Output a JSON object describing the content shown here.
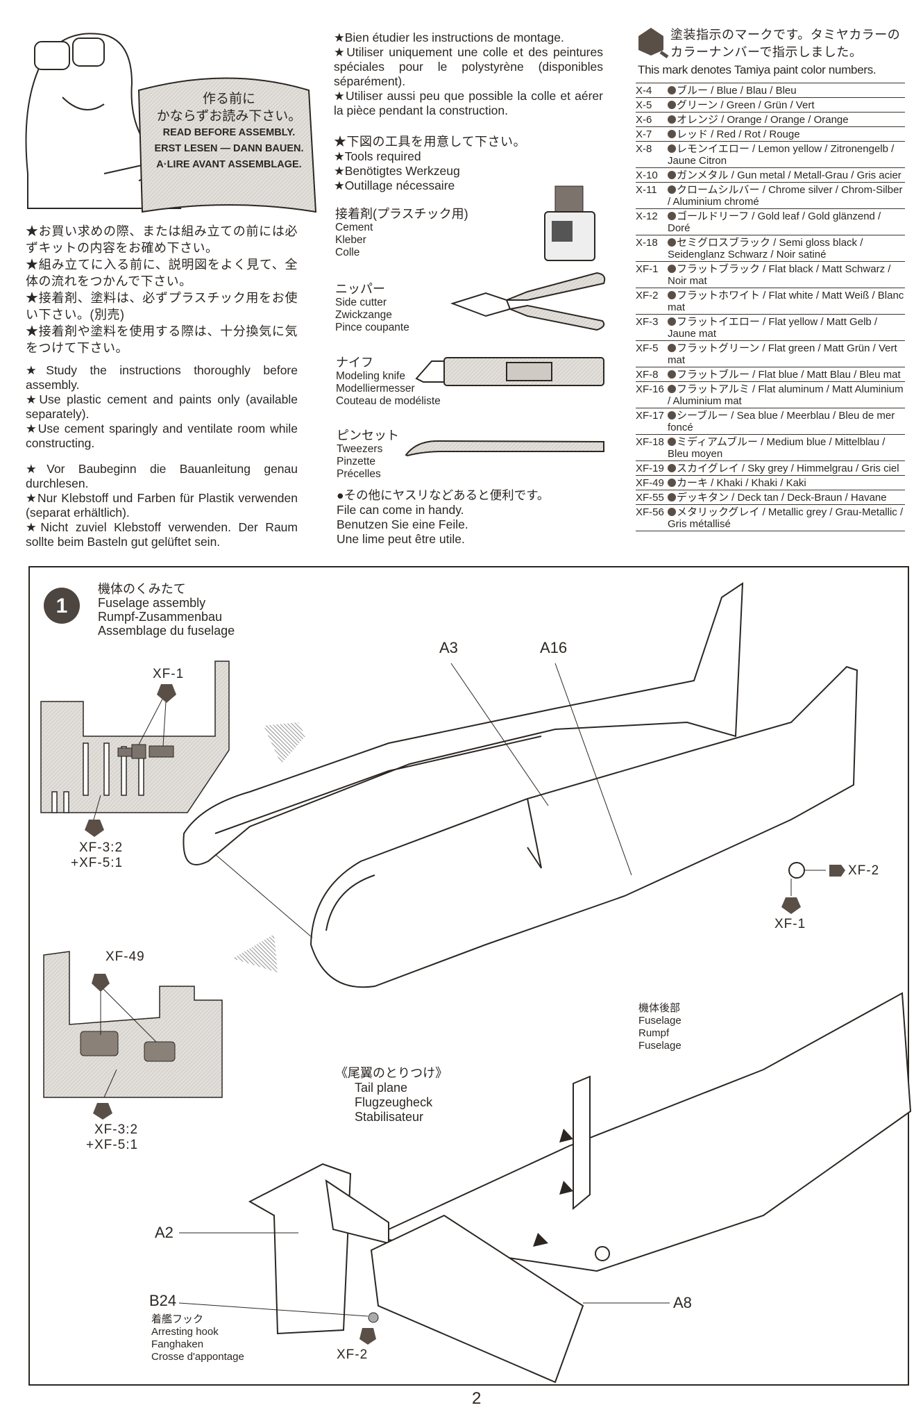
{
  "banner": {
    "jp_line1": "作る前に",
    "jp_line2": "かならずお読み下さい。",
    "en": "READ BEFORE ASSEMBLY.",
    "de": "ERST LESEN — DANN BAUEN.",
    "fr": "A·LIRE AVANT ASSEMBLAGE."
  },
  "notes_jp": [
    "★お買い求めの際、または組み立ての前には必ずキットの内容をお確め下さい。",
    "★組み立てに入る前に、説明図をよく見て、全体の流れをつかんで下さい。",
    "★接着剤、塗料は、必ずプラスチック用をお使い下さい。(別売)",
    "★接着剤や塗料を使用する際は、十分換気に気をつけて下さい。"
  ],
  "notes_en": [
    "★Study the instructions thoroughly before assembly.",
    "★Use plastic cement and paints only (available separately).",
    "★Use cement sparingly and ventilate room while constructing."
  ],
  "notes_de": [
    "★Vor Baubeginn die Bauanleitung genau durchlesen.",
    "★Nur Klebstoff und Farben für Plastik verwenden (separat erhältlich).",
    "★Nicht zuviel Klebstoff verwenden. Der Raum sollte beim Basteln gut gelüftet sein."
  ],
  "notes_fr": [
    "★Bien étudier les instructions de montage.",
    "★Utiliser uniquement une colle et des peintures spéciales pour le polystyrène (disponibles séparément).",
    "★Utiliser aussi peu que possible la colle et aérer la pièce pendant la construction."
  ],
  "tools_header": [
    "★下図の工具を用意して下さい。",
    "★Tools required",
    "★Benötigtes Werkzeug",
    "★Outillage nécessaire"
  ],
  "tools": [
    {
      "jp": "接着剤(プラスチック用)",
      "en": "Cement",
      "de": "Kleber",
      "fr": "Colle"
    },
    {
      "jp": "ニッパー",
      "en": "Side cutter",
      "de": "Zwickzange",
      "fr": "Pince coupante"
    },
    {
      "jp": "ナイフ",
      "en": "Modeling knife",
      "de": "Modelliermesser",
      "fr": "Couteau de modéliste"
    },
    {
      "jp": "ピンセット",
      "en": "Tweezers",
      "de": "Pinzette",
      "fr": "Précelles"
    }
  ],
  "file_note": {
    "jp": "●その他にヤスリなどあると便利です。",
    "en": "File can come in handy.",
    "de": "Benutzen Sie eine Feile.",
    "fr": "Une lime peut être utile."
  },
  "paint_header": {
    "jp": "塗装指示のマークです。タミヤカラーのカラーナンバーで指示しました。",
    "en": "This mark denotes Tamiya paint color numbers."
  },
  "paints": [
    {
      "code": "X-4",
      "jp": "ブルー",
      "text": " / Blue / Blau / Bleu"
    },
    {
      "code": "X-5",
      "jp": "グリーン",
      "text": " / Green / Grün / Vert"
    },
    {
      "code": "X-6",
      "jp": "オレンジ",
      "text": " / Orange / Orange / Orange"
    },
    {
      "code": "X-7",
      "jp": "レッド",
      "text": " / Red / Rot / Rouge"
    },
    {
      "code": "X-8",
      "jp": "レモンイエロー",
      "text": " / Lemon yellow / Zitronengelb / Jaune Citron"
    },
    {
      "code": "X-10",
      "jp": "ガンメタル",
      "text": " / Gun metal / Metall-Grau / Gris acier"
    },
    {
      "code": "X-11",
      "jp": "クロームシルバー",
      "text": " / Chrome silver / Chrom-Silber / Aluminium chromé"
    },
    {
      "code": "X-12",
      "jp": "ゴールドリーフ",
      "text": " / Gold leaf / Gold glänzend / Doré"
    },
    {
      "code": "X-18",
      "jp": "セミグロスブラック",
      "text": " / Semi gloss black / Seidenglanz Schwarz / Noir satiné"
    },
    {
      "code": "XF-1",
      "jp": "フラットブラック",
      "text": " / Flat black / Matt Schwarz / Noir mat"
    },
    {
      "code": "XF-2",
      "jp": "フラットホワイト",
      "text": " / Flat white / Matt Weiß / Blanc mat"
    },
    {
      "code": "XF-3",
      "jp": "フラットイエロー",
      "text": " / Flat yellow / Matt Gelb / Jaune mat"
    },
    {
      "code": "XF-5",
      "jp": "フラットグリーン",
      "text": " / Flat green / Matt Grün / Vert mat"
    },
    {
      "code": "XF-8",
      "jp": "フラットブルー",
      "text": " / Flat blue / Matt Blau / Bleu mat"
    },
    {
      "code": "XF-16",
      "jp": "フラットアルミ",
      "text": " / Flat aluminum / Matt Aluminium / Aluminium mat"
    },
    {
      "code": "XF-17",
      "jp": "シーブルー",
      "text": " / Sea blue / Meerblau / Bleu de mer foncé"
    },
    {
      "code": "XF-18",
      "jp": "ミディアムブルー",
      "text": " / Medium blue / Mittelblau / Bleu moyen"
    },
    {
      "code": "XF-19",
      "jp": "スカイグレイ",
      "text": " / Sky grey / Himmelgrau / Gris ciel"
    },
    {
      "code": "XF-49",
      "jp": "カーキ",
      "text": " / Khaki / Khaki / Kaki"
    },
    {
      "code": "XF-55",
      "jp": "デッキタン",
      "text": " / Deck tan / Deck-Braun / Havane"
    },
    {
      "code": "XF-56",
      "jp": "メタリックグレイ",
      "text": " / Metallic grey / Grau-Metallic / Gris métallisé"
    }
  ],
  "step1": {
    "number": "1",
    "jp": "機体のくみたて",
    "en": "Fuselage assembly",
    "de": "Rumpf-Zusammenbau",
    "fr": "Assemblage du fuselage",
    "labels": {
      "inset1_top": "XF-1",
      "inset1_bottom_a": "XF-3:2",
      "inset1_bottom_b": "+XF-5:1",
      "inset2_top": "XF-49",
      "inset2_bottom_a": "XF-3:2",
      "inset2_bottom_b": "+XF-5:1",
      "a3": "A3",
      "a16": "A16",
      "wheel_xf2": "XF-2",
      "wheel_xf1": "XF-1",
      "a2": "A2",
      "a8": "A8",
      "b24": "B24",
      "hook_paint": "XF-2"
    },
    "rear": {
      "jp": "機体後部",
      "en": "Fuselage",
      "de": "Rumpf",
      "fr": "Fuselage"
    },
    "tail": {
      "jp": "《尾翼のとりつけ》",
      "en": "Tail plane",
      "de": "Flugzeugheck",
      "fr": "Stabilisateur"
    },
    "hook": {
      "jp": "着艦フック",
      "en": "Arresting hook",
      "de": "Fanghaken",
      "fr": "Crosse d'appontage"
    }
  },
  "page_number": "2",
  "colors": {
    "ink": "#2b2622",
    "paint_mark": "#5a4f47",
    "shade": "#d9d6d2"
  }
}
